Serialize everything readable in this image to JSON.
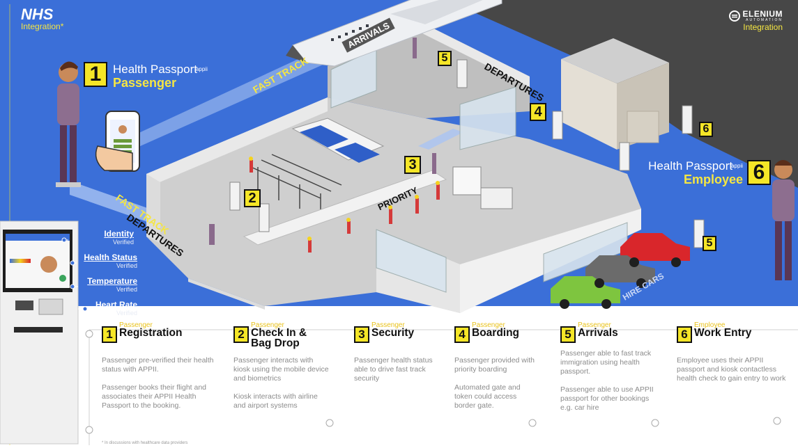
{
  "brand": {
    "nhs_title": "NHS",
    "nhs_sub": "Integration*",
    "elenium_name": "ELENIUM",
    "elenium_tag": "AUTOMATION",
    "elenium_sub": "Integration"
  },
  "passenger_card": {
    "number": "1",
    "line1": "Health Passport",
    "brand_sup": "appii",
    "line2": "Passenger"
  },
  "employee_card": {
    "number": "6",
    "line1": "Health Passport",
    "brand_sup": "appii",
    "line2": "Employee"
  },
  "kiosk_checks": [
    {
      "label": "Identity",
      "status": "Verified"
    },
    {
      "label": "Health Status",
      "status": "Verified"
    },
    {
      "label": "Temperature",
      "status": "Verified"
    },
    {
      "label": "Heart Rate",
      "status": "Verified"
    }
  ],
  "map_labels": {
    "fast_track_top": "FAST TRACK",
    "arrivals": "ARRIVALS",
    "departures_top": "DEPARTURES",
    "fast_track_bottom": "FAST TRACK",
    "departures_bottom": "DEPARTURES",
    "priority": "PRIORITY",
    "hire_cars": "HIRE CARS"
  },
  "map_markers": [
    "1",
    "2",
    "3",
    "4",
    "5",
    "5",
    "6"
  ],
  "steps": [
    {
      "num": "1",
      "category": "Passenger",
      "title": "Registration",
      "desc": [
        "Passenger pre-verified their health status with APPII.",
        "Passenger books their flight and associates their APPII Health  Passport to the booking."
      ]
    },
    {
      "num": "2",
      "category": "Passenger",
      "title": "Check In & Bag Drop",
      "desc": [
        "Passenger interacts with kiosk using the mobile device and biometrics",
        "Kiosk interacts with airline and airport systems"
      ]
    },
    {
      "num": "3",
      "category": "Passenger",
      "title": "Security",
      "desc": [
        "Passenger health status able to drive fast track security"
      ]
    },
    {
      "num": "4",
      "category": "Passenger",
      "title": "Boarding",
      "desc": [
        "Passenger provided with priority boarding",
        "Automated gate and token could access border gate."
      ]
    },
    {
      "num": "5",
      "category": "Passenger",
      "title": "Arrivals",
      "desc": [
        "Passenger able to fast track immigration using health passport.",
        "Passenger able to use APPII passport for other bookings e.g. car hire"
      ]
    },
    {
      "num": "6",
      "category": "Employee",
      "title": "Work Entry",
      "desc": [
        "Employee uses their APPII passport and kiosk contactless health check to gain entry to work"
      ]
    }
  ],
  "footnote": "* In discussions with healthcare data providers",
  "colors": {
    "sky_blue": "#3b6fd8",
    "tarmac": "#4a4a4a",
    "accent_yellow": "#f5e627",
    "building": "#e6e6e6",
    "floor": "#bdbdbd"
  }
}
